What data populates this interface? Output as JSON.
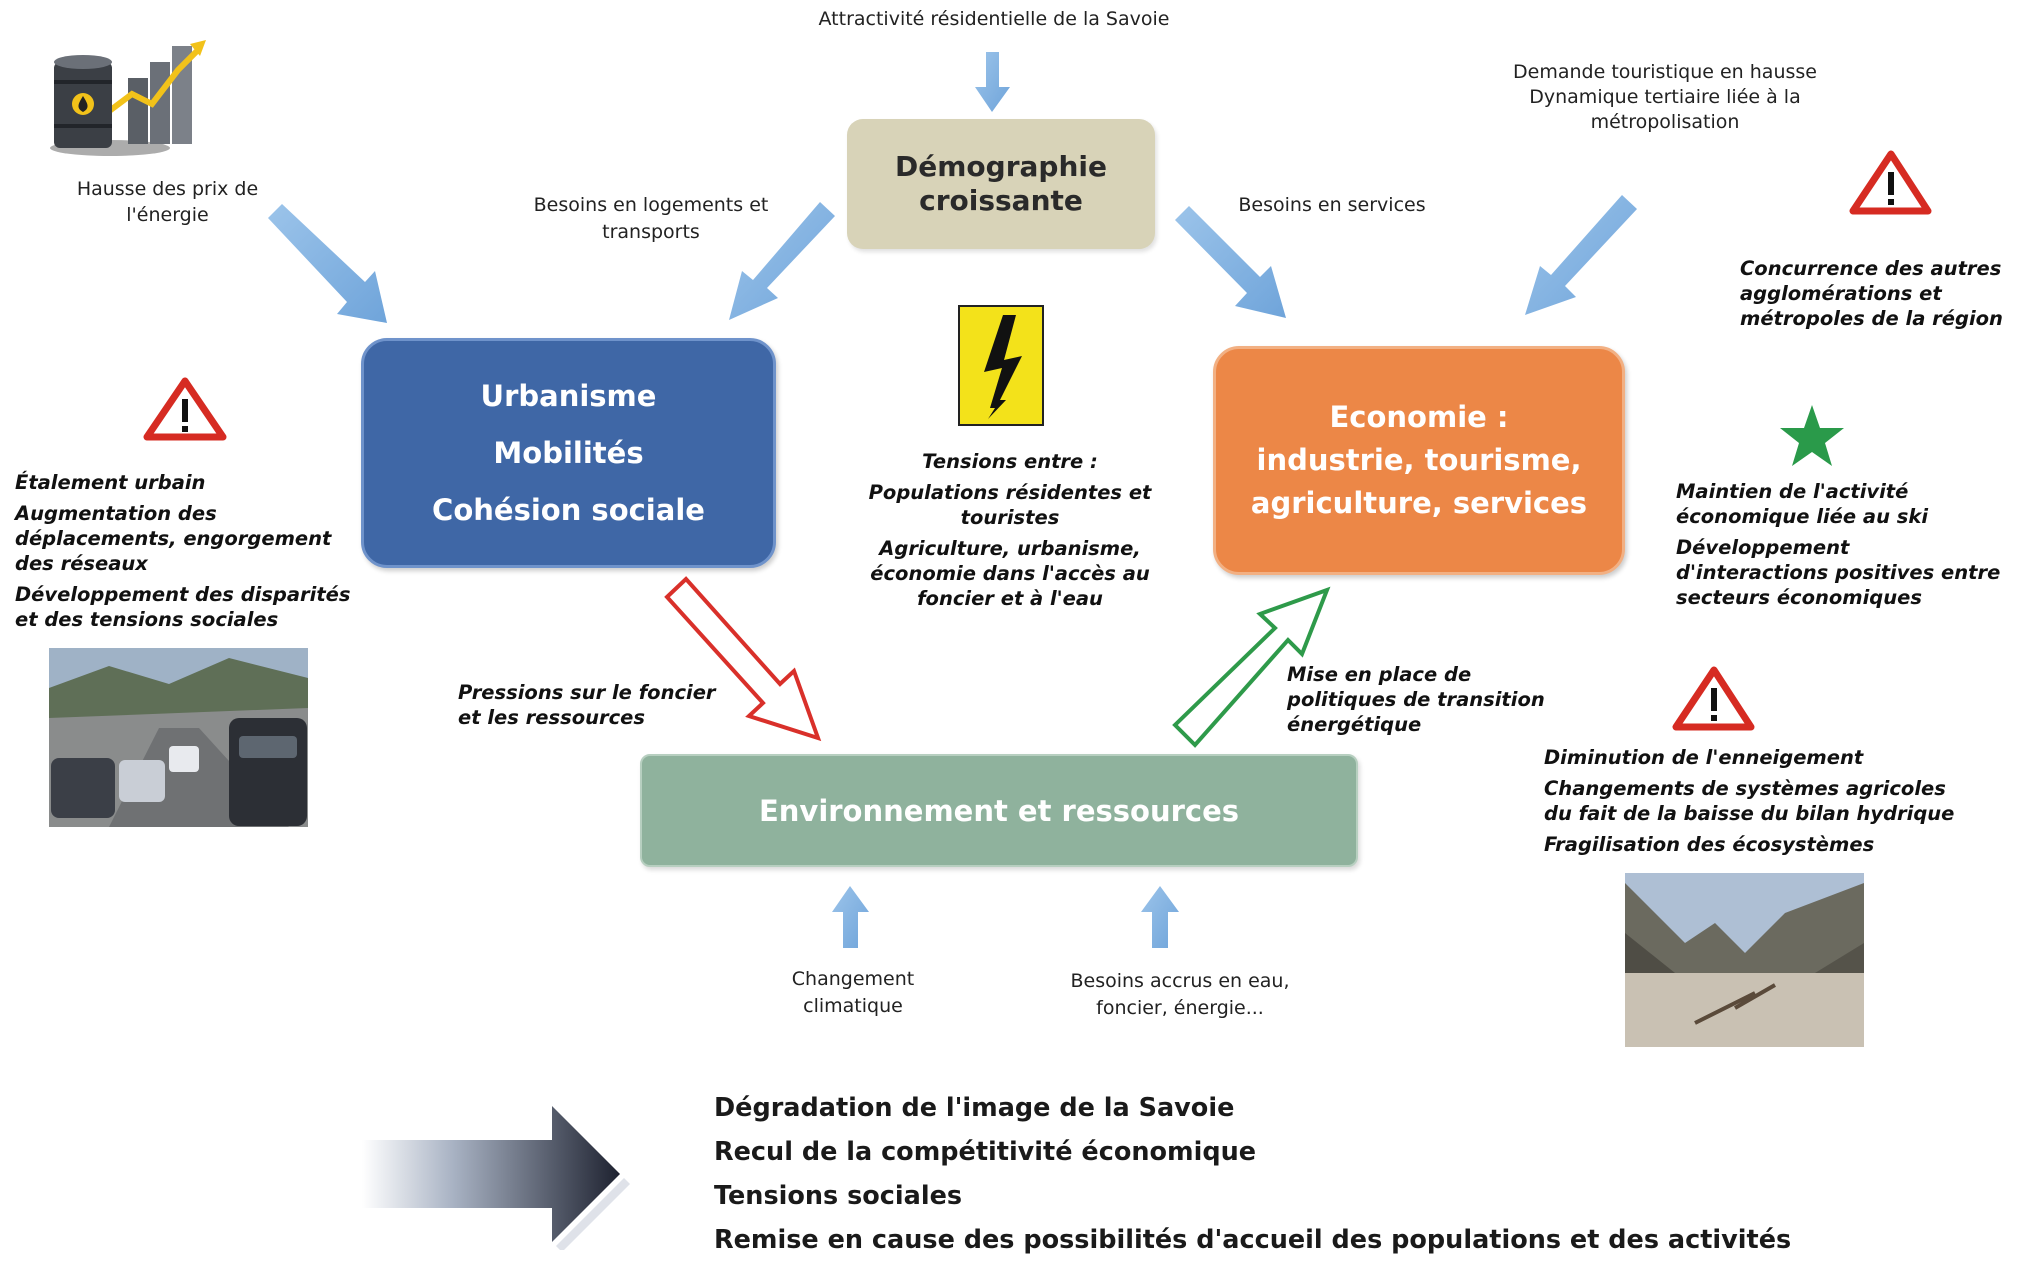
{
  "top": {
    "attractivite": "Attractivité résidentielle de la Savoie",
    "demande_line1": "Demande touristique en hausse",
    "demande_line2": "Dynamique tertiaire liée à la",
    "demande_line3": "métropolisation",
    "energie_line1": "Hausse des prix de",
    "energie_line2": "l'énergie"
  },
  "boxes": {
    "demographie_line1": "Démographie",
    "demographie_line2": "croissante",
    "urbanisme_line1": "Urbanisme",
    "urbanisme_line2": "Mobilités",
    "urbanisme_line3": "Cohésion sociale",
    "economie_line1": "Economie :",
    "economie_line2": "industrie, tourisme,",
    "economie_line3": "agriculture, services",
    "environnement": "Environnement et ressources"
  },
  "labels": {
    "besoins_logements_line1": "Besoins en logements et",
    "besoins_logements_line2": "transports",
    "besoins_services": "Besoins en services",
    "changement_line1": "Changement",
    "changement_line2": "climatique",
    "besoins_accrus_line1": "Besoins accrus en eau,",
    "besoins_accrus_line2": "foncier, énergie..."
  },
  "tensions": {
    "title": "Tensions entre :",
    "item1_line1": "Populations résidentes et",
    "item1_line2": "touristes",
    "item2_line1": "Agriculture, urbanisme,",
    "item2_line2": "économie dans l'accès au",
    "item2_line3": "foncier et à l'eau"
  },
  "pressions": {
    "line1": "Pressions sur le foncier",
    "line2": "et les ressources"
  },
  "transition": {
    "line1": "Mise en place de",
    "line2": "politiques de transition",
    "line3": "énergétique"
  },
  "left_notes": {
    "item1": "Étalement urbain",
    "item2_line1": "Augmentation des",
    "item2_line2": "déplacements, engorgement",
    "item2_line3": "des réseaux",
    "item3_line1": "Développement des disparités",
    "item3_line2": "et des tensions sociales"
  },
  "right_top_notes": {
    "line1": "Concurrence des autres",
    "line2": "agglomérations et",
    "line3": "métropoles de la région"
  },
  "right_mid_notes": {
    "item1_line1": "Maintien de l'activité",
    "item1_line2": "économique liée au ski",
    "item2_line1": "Développement",
    "item2_line2": "d'interactions positives entre",
    "item2_line3": "secteurs économiques"
  },
  "right_bottom_notes": {
    "item1": "Diminution de l'enneigement",
    "item2_line1": "Changements de systèmes agricoles",
    "item2_line2": "du fait de la baisse du bilan hydrique",
    "item3": "Fragilisation des écosystèmes"
  },
  "outcomes": [
    "Dégradation de l'image de la Savoie",
    "Recul de la compétitivité économique",
    "Tensions sociales",
    "Remise en cause des possibilités d'accueil des populations et des activités"
  ],
  "icons": {
    "warning": "warning-triangle-icon",
    "star": "star-icon",
    "danger": "high-voltage-sign-icon",
    "energy": "oil-barrel-chart-icon"
  },
  "colors": {
    "arrow_blue": "#7fb0e0",
    "demographie": "#d8d3b8",
    "urbanisme": "#3f67a6",
    "economie": "#ec8747",
    "environnement": "#8fb29d",
    "pression_arrow": "#d9302a",
    "transition_arrow": "#2e9a4a",
    "warning_red": "#d62b22",
    "star_green": "#2a9a4a"
  }
}
